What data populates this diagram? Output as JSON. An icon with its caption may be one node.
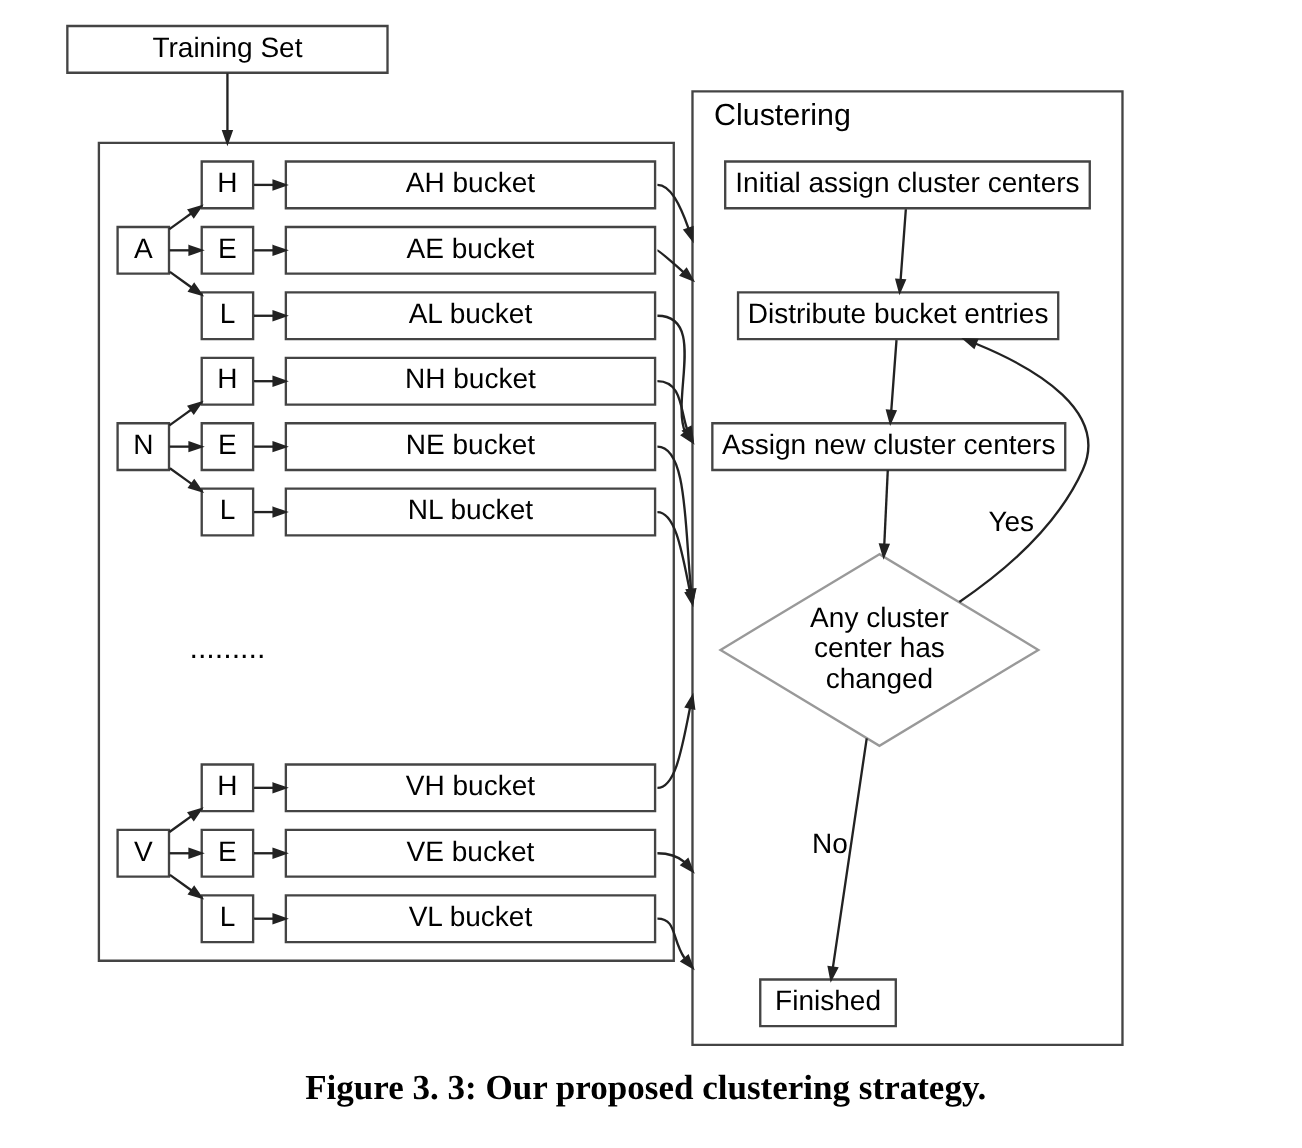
{
  "diagram": {
    "caption": "Figure 3. 3: Our proposed clustering strategy.",
    "nodes": [
      {
        "text": [
          "Training Set"
        ]
      },
      {
        "text": [],
        "shape": "box"
      },
      {
        "text": [
          "A"
        ],
        "in": 1
      },
      {
        "text": [
          "H"
        ],
        "in": 1
      },
      {
        "text": [
          "AH bucket"
        ],
        "in": 1
      },
      {
        "text": [
          "E"
        ],
        "in": 1
      },
      {
        "text": [
          "AE bucket"
        ],
        "in": 1
      },
      {
        "text": [
          "L"
        ],
        "in": 1
      },
      {
        "text": [
          "AL bucket"
        ],
        "in": 1
      },
      {
        "text": [
          "N"
        ],
        "in": 1
      },
      {
        "text": [
          "H"
        ],
        "in": 1
      },
      {
        "text": [
          "NH bucket"
        ],
        "in": 1
      },
      {
        "text": [
          "E"
        ],
        "in": 1
      },
      {
        "text": [
          "NE bucket"
        ],
        "in": 1
      },
      {
        "text": [
          "L"
        ],
        "in": 1
      },
      {
        "text": [
          "NL bucket"
        ],
        "in": 1
      },
      {
        "text": [
          "V"
        ],
        "in": 1
      },
      {
        "text": [
          "H"
        ],
        "in": 1
      },
      {
        "text": [
          "VH bucket"
        ],
        "in": 1
      },
      {
        "text": [
          "E"
        ],
        "in": 1
      },
      {
        "text": [
          "VE bucket"
        ],
        "in": 1
      },
      {
        "text": [
          "L"
        ],
        "in": 1
      },
      {
        "text": [
          "VL bucket"
        ],
        "in": 1
      },
      {
        "text": [
          "Clustering"
        ]
      },
      {
        "text": [
          "Initial assign cluster centers"
        ],
        "in": 23
      },
      {
        "text": [
          "Distribute bucket entries"
        ],
        "in": 23
      },
      {
        "text": [
          "Assign new cluster centers"
        ],
        "in": 23
      },
      {
        "text": [
          "Any cluster center has changed"
        ],
        "in": 23
      },
      {
        "text": [
          "Finished"
        ],
        "in": 23
      }
    ],
    "edges": [
      {
        "from": 0,
        "to": 1,
        "arrow": "to"
      },
      {
        "from": 2,
        "to": 3,
        "arrow": "to"
      },
      {
        "from": 2,
        "to": 5,
        "arrow": "to"
      },
      {
        "from": 2,
        "to": 7,
        "arrow": "to"
      },
      {
        "from": 3,
        "to": 4,
        "arrow": "to"
      },
      {
        "from": 5,
        "to": 6,
        "arrow": "to"
      },
      {
        "from": 7,
        "to": 8,
        "arrow": "to"
      },
      {
        "from": 9,
        "to": 10,
        "arrow": "to"
      },
      {
        "from": 9,
        "to": 12,
        "arrow": "to"
      },
      {
        "from": 9,
        "to": 14,
        "arrow": "to"
      },
      {
        "from": 10,
        "to": 11,
        "arrow": "to"
      },
      {
        "from": 12,
        "to": 13,
        "arrow": "to"
      },
      {
        "from": 14,
        "to": 15,
        "arrow": "to"
      },
      {
        "from": 16,
        "to": 17,
        "arrow": "to"
      },
      {
        "from": 16,
        "to": 19,
        "arrow": "to"
      },
      {
        "from": 16,
        "to": 21,
        "arrow": "to"
      },
      {
        "from": 17,
        "to": 18,
        "arrow": "to"
      },
      {
        "from": 19,
        "to": 20,
        "arrow": "to"
      },
      {
        "from": 21,
        "to": 22,
        "arrow": "to"
      },
      {
        "from": 4,
        "to": 23,
        "arrow": "to"
      },
      {
        "from": 6,
        "to": 23,
        "arrow": "to"
      },
      {
        "from": 8,
        "to": 23,
        "arrow": "to"
      },
      {
        "from": 11,
        "to": 23,
        "arrow": "to"
      },
      {
        "from": 13,
        "to": 23,
        "arrow": "to"
      },
      {
        "from": 15,
        "to": 23,
        "arrow": "to"
      },
      {
        "from": 18,
        "to": 23,
        "arrow": "to"
      },
      {
        "from": 20,
        "to": 23,
        "arrow": "to"
      },
      {
        "from": 22,
        "to": 23,
        "arrow": "to"
      },
      {
        "from": 24,
        "to": 25,
        "arrow": "to"
      },
      {
        "from": 25,
        "to": 26,
        "arrow": "to"
      },
      {
        "from": 26,
        "to": 27,
        "arrow": "to"
      },
      {
        "from": 27,
        "to": 25,
        "label": "Yes",
        "arrow": "to"
      },
      {
        "from": 27,
        "to": 28,
        "label": "No",
        "arrow": "to"
      }
    ],
    "labels": [
      "........."
    ]
  }
}
